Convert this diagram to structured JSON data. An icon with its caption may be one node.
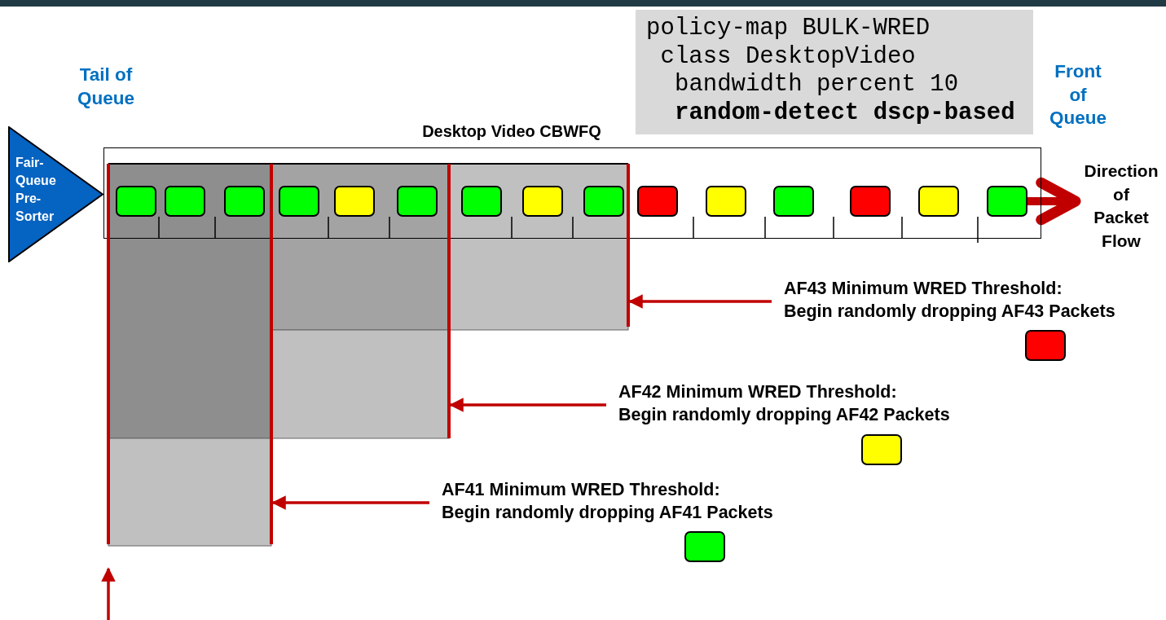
{
  "diagram": {
    "nodes": [
      {
        "text": [
          "Fair-Queue Pre-Sorter"
        ]
      },
      {
        "text": [
          "Desktop Video CBWFQ"
        ]
      },
      {
        "text": [],
        "shape": "box",
        "in": 1
      },
      {
        "text": [],
        "shape": "box",
        "in": 1
      },
      {
        "text": [],
        "shape": "box",
        "in": 1
      },
      {
        "text": [],
        "shape": "box",
        "in": 1
      },
      {
        "text": [],
        "shape": "box",
        "in": 1
      },
      {
        "text": [],
        "shape": "box",
        "in": 1
      },
      {
        "text": [],
        "shape": "box",
        "in": 1
      },
      {
        "text": [],
        "shape": "box",
        "in": 1
      },
      {
        "text": [],
        "shape": "box",
        "in": 1
      },
      {
        "text": [],
        "shape": "box",
        "in": 1
      },
      {
        "text": [],
        "shape": "box",
        "in": 1
      },
      {
        "text": [],
        "shape": "box",
        "in": 1
      },
      {
        "text": [],
        "shape": "box",
        "in": 1
      },
      {
        "text": [],
        "shape": "box",
        "in": 1
      },
      {
        "text": [],
        "shape": "box",
        "in": 1
      },
      {
        "text": [
          "policy-map BULK-WRED",
          "class DesktopVideo",
          "bandwidth percent 10",
          "random-detect dscp-based"
        ]
      },
      {
        "text": [
          "Direction of Packet Flow"
        ]
      },
      {
        "text": [
          "AF43 Minimum WRED Threshold:",
          "Begin randomly dropping AF43 Packets"
        ]
      },
      {
        "text": [
          "AF42 Minimum WRED Threshold:",
          "Begin randomly dropping AF42 Packets"
        ]
      },
      {
        "text": [
          "AF41 Minimum WRED Threshold:",
          "Begin randomly dropping AF41 Packets"
        ]
      },
      {
        "text": [],
        "shape": "bar"
      },
      {
        "text": [],
        "shape": "bar"
      },
      {
        "text": [],
        "shape": "bar"
      },
      {
        "text": [],
        "shape": "bar"
      }
    ],
    "edges": [
      {
        "from": 16,
        "to": 18,
        "arrow": "to",
        "style": "thick"
      },
      {
        "from": 19,
        "to": 25,
        "arrow": "to"
      },
      {
        "from": 20,
        "to": 24,
        "arrow": "to"
      },
      {
        "from": 21,
        "to": 23,
        "arrow": "to"
      },
      {
        "from": null,
        "to": 22,
        "arrow": "to"
      }
    ],
    "labels": [
      "Tail of Queue",
      "Front of Queue"
    ]
  }
}
